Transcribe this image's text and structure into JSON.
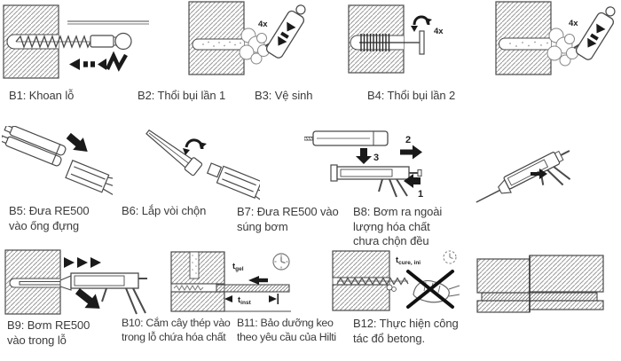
{
  "colors": {
    "background": "#ffffff",
    "ink": "#4a4a4a",
    "hatch": "#999999",
    "solid_black": "#1a1a1a",
    "caption_text": "#3b3b3b"
  },
  "steps": [
    {
      "id": "B1",
      "caption": "B1: Khoan lỗ"
    },
    {
      "id": "B2",
      "caption": "B2: Thổi bụi lần 1",
      "labels": {
        "repeat": "4x"
      }
    },
    {
      "id": "B3",
      "caption": "B3: Vệ sinh",
      "labels": {
        "repeat": "4x"
      }
    },
    {
      "id": "B4",
      "caption": "B4: Thổi bụi lần 2",
      "labels": {
        "repeat": "4x"
      }
    },
    {
      "id": "B5",
      "caption": "B5: Đưa RE500\nvào ống đựng"
    },
    {
      "id": "B6",
      "caption": "B6: Lắp vòi chộn"
    },
    {
      "id": "B7",
      "caption": "B7: Đưa RE500 vào\nsúng bơm",
      "labels": {
        "step1": "1",
        "step2": "2",
        "step3": "3"
      }
    },
    {
      "id": "B8",
      "caption": "B8: Bơm ra ngoài\nlượng hóa chất\nchưa chộn đều"
    },
    {
      "id": "B9",
      "caption": "B9: Bơm RE500\nvào trong lỗ"
    },
    {
      "id": "B10",
      "caption": "B10: Cắm cây thép vào\ntrong lỗ chứa hóa chất",
      "labels": {
        "t_gel_main": "t",
        "t_gel_sub": "gel",
        "t_inst_main": "t",
        "t_inst_sub": "inst"
      }
    },
    {
      "id": "B11",
      "caption": "B11: Bảo dưỡng keo\ntheo yêu cầu của Hilti",
      "labels": {
        "t_cure_main": "t",
        "t_cure_sub": "cure, ini"
      }
    },
    {
      "id": "B12",
      "caption": "B12: Thực hiện công\ntác đổ betong."
    }
  ]
}
